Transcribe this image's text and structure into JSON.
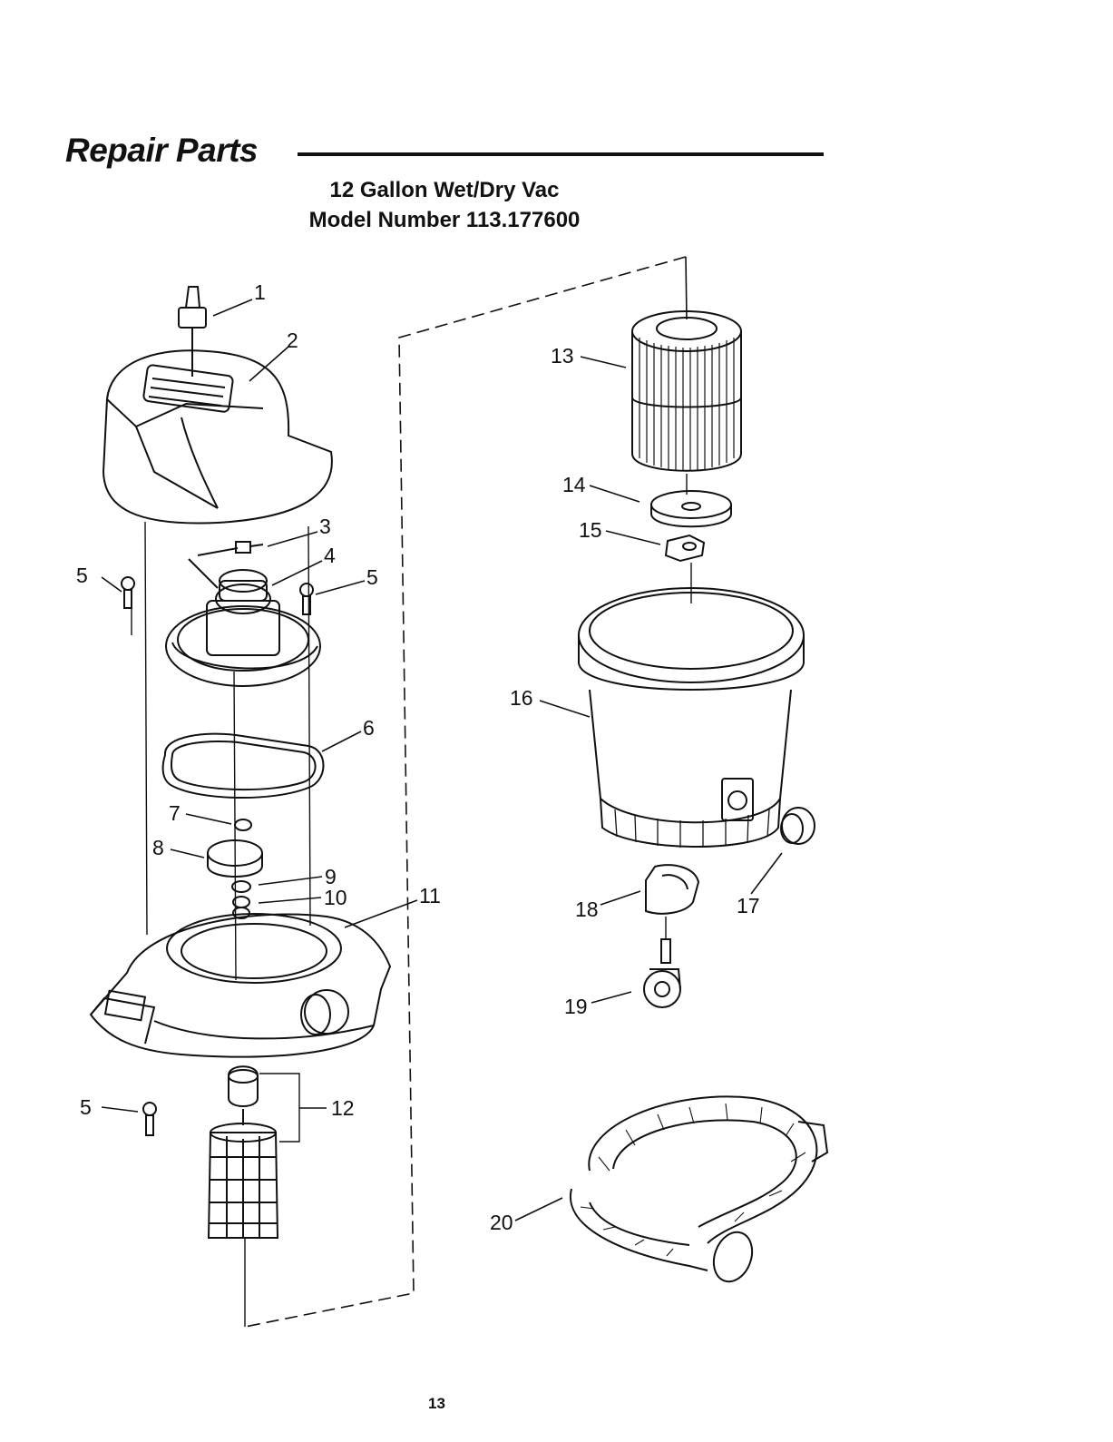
{
  "header": {
    "title": "Repair Parts",
    "subtitle_line1": "12 Gallon Wet/Dry Vac",
    "subtitle_line2": "Model Number 113.177600"
  },
  "callouts": [
    "1",
    "2",
    "3",
    "4",
    "5",
    "5",
    "6",
    "7",
    "8",
    "9",
    "10",
    "11",
    "5",
    "12",
    "13",
    "14",
    "15",
    "16",
    "17",
    "18",
    "19",
    "20"
  ],
  "footer": {
    "page_number": "13"
  }
}
